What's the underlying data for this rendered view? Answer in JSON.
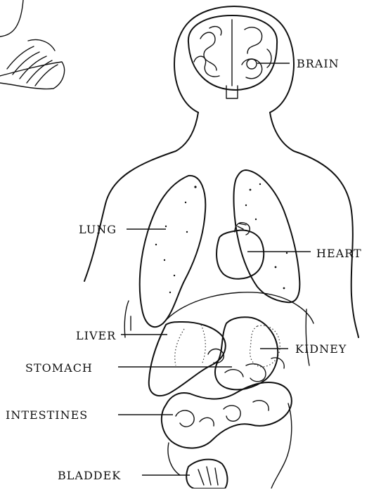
{
  "diagram": {
    "labels": {
      "brain": "BRAIN",
      "lung": "LUNG",
      "heart": "HEART",
      "liver": "LIVER",
      "kidney": "KIDNEY",
      "stomach": "STOMACH",
      "intestines": "INTESTINES",
      "bladder": "BLADDEK"
    }
  }
}
